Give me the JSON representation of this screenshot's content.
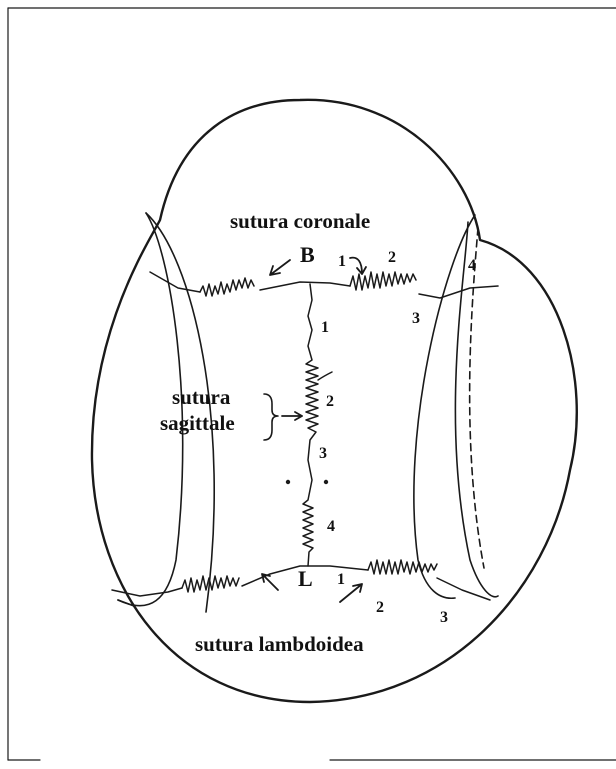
{
  "labels": {
    "coronal": "sutura coronale",
    "sagittal_line1": "sutura",
    "sagittal_line2": "sagittale",
    "lambdoid": "sutura lambdoidea",
    "bregma": "B",
    "lambda": "L"
  },
  "coronal_segments": [
    "1",
    "2",
    "3",
    "4"
  ],
  "sagittal_segments": [
    "1",
    "2",
    "3",
    "4"
  ],
  "lambdoid_segments": [
    "1",
    "2",
    "3"
  ],
  "colors": {
    "ink": "#1a1a1a",
    "background": "#ffffff"
  }
}
